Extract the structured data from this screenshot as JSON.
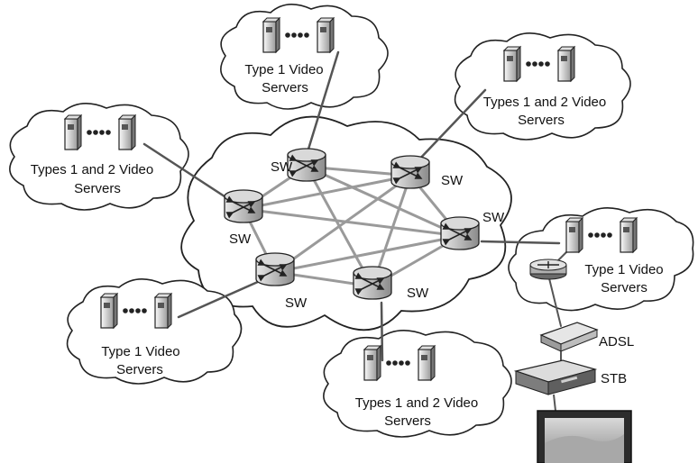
{
  "diagram": {
    "switch_label": "SW",
    "core_switches": [
      {
        "id": "sw-top"
      },
      {
        "id": "sw-upper-right"
      },
      {
        "id": "sw-left"
      },
      {
        "id": "sw-right"
      },
      {
        "id": "sw-lower-left"
      },
      {
        "id": "sw-bottom"
      }
    ],
    "server_clouds": [
      {
        "id": "top",
        "lines": [
          "Type 1 Video",
          "Servers"
        ]
      },
      {
        "id": "upper-right",
        "lines": [
          "Types 1 and 2 Video",
          "Servers"
        ]
      },
      {
        "id": "left",
        "lines": [
          "Types 1 and 2 Video",
          "Servers"
        ]
      },
      {
        "id": "right",
        "lines": [
          "Type 1 Video",
          "Servers"
        ]
      },
      {
        "id": "lower-left",
        "lines": [
          "Type 1 Video",
          "Servers"
        ]
      },
      {
        "id": "bottom",
        "lines": [
          "Types 1 and 2 Video",
          "Servers"
        ]
      }
    ],
    "access_devices": [
      {
        "id": "adsl",
        "label": "ADSL"
      },
      {
        "id": "stb",
        "label": "STB"
      },
      {
        "id": "tv"
      }
    ]
  }
}
